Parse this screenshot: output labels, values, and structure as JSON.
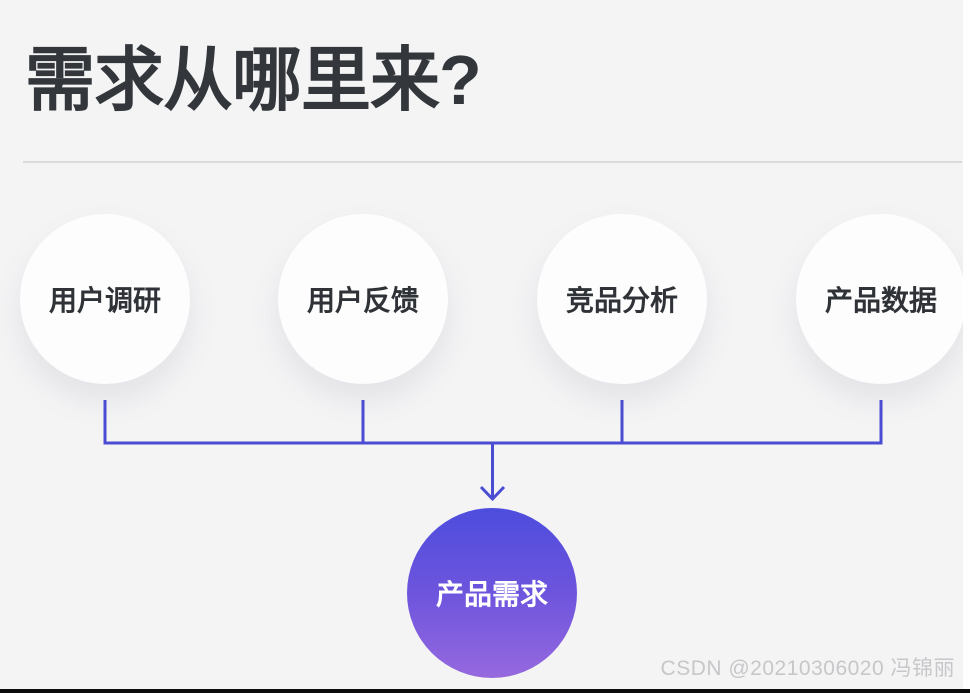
{
  "page": {
    "title": "需求从哪里来?",
    "background_color": "#f4f4f5",
    "title_color": "#33363b"
  },
  "diagram": {
    "sources": [
      {
        "label": "用户调研"
      },
      {
        "label": "用户反馈"
      },
      {
        "label": "竞品分析"
      },
      {
        "label": "产品数据"
      }
    ],
    "result": {
      "label": "产品需求"
    },
    "connector_color": "#4a4dd2",
    "result_gradient_top": "#4d4ddd",
    "result_gradient_bottom": "#9669de"
  },
  "watermark": {
    "text": "CSDN @20210306020 冯锦丽"
  }
}
